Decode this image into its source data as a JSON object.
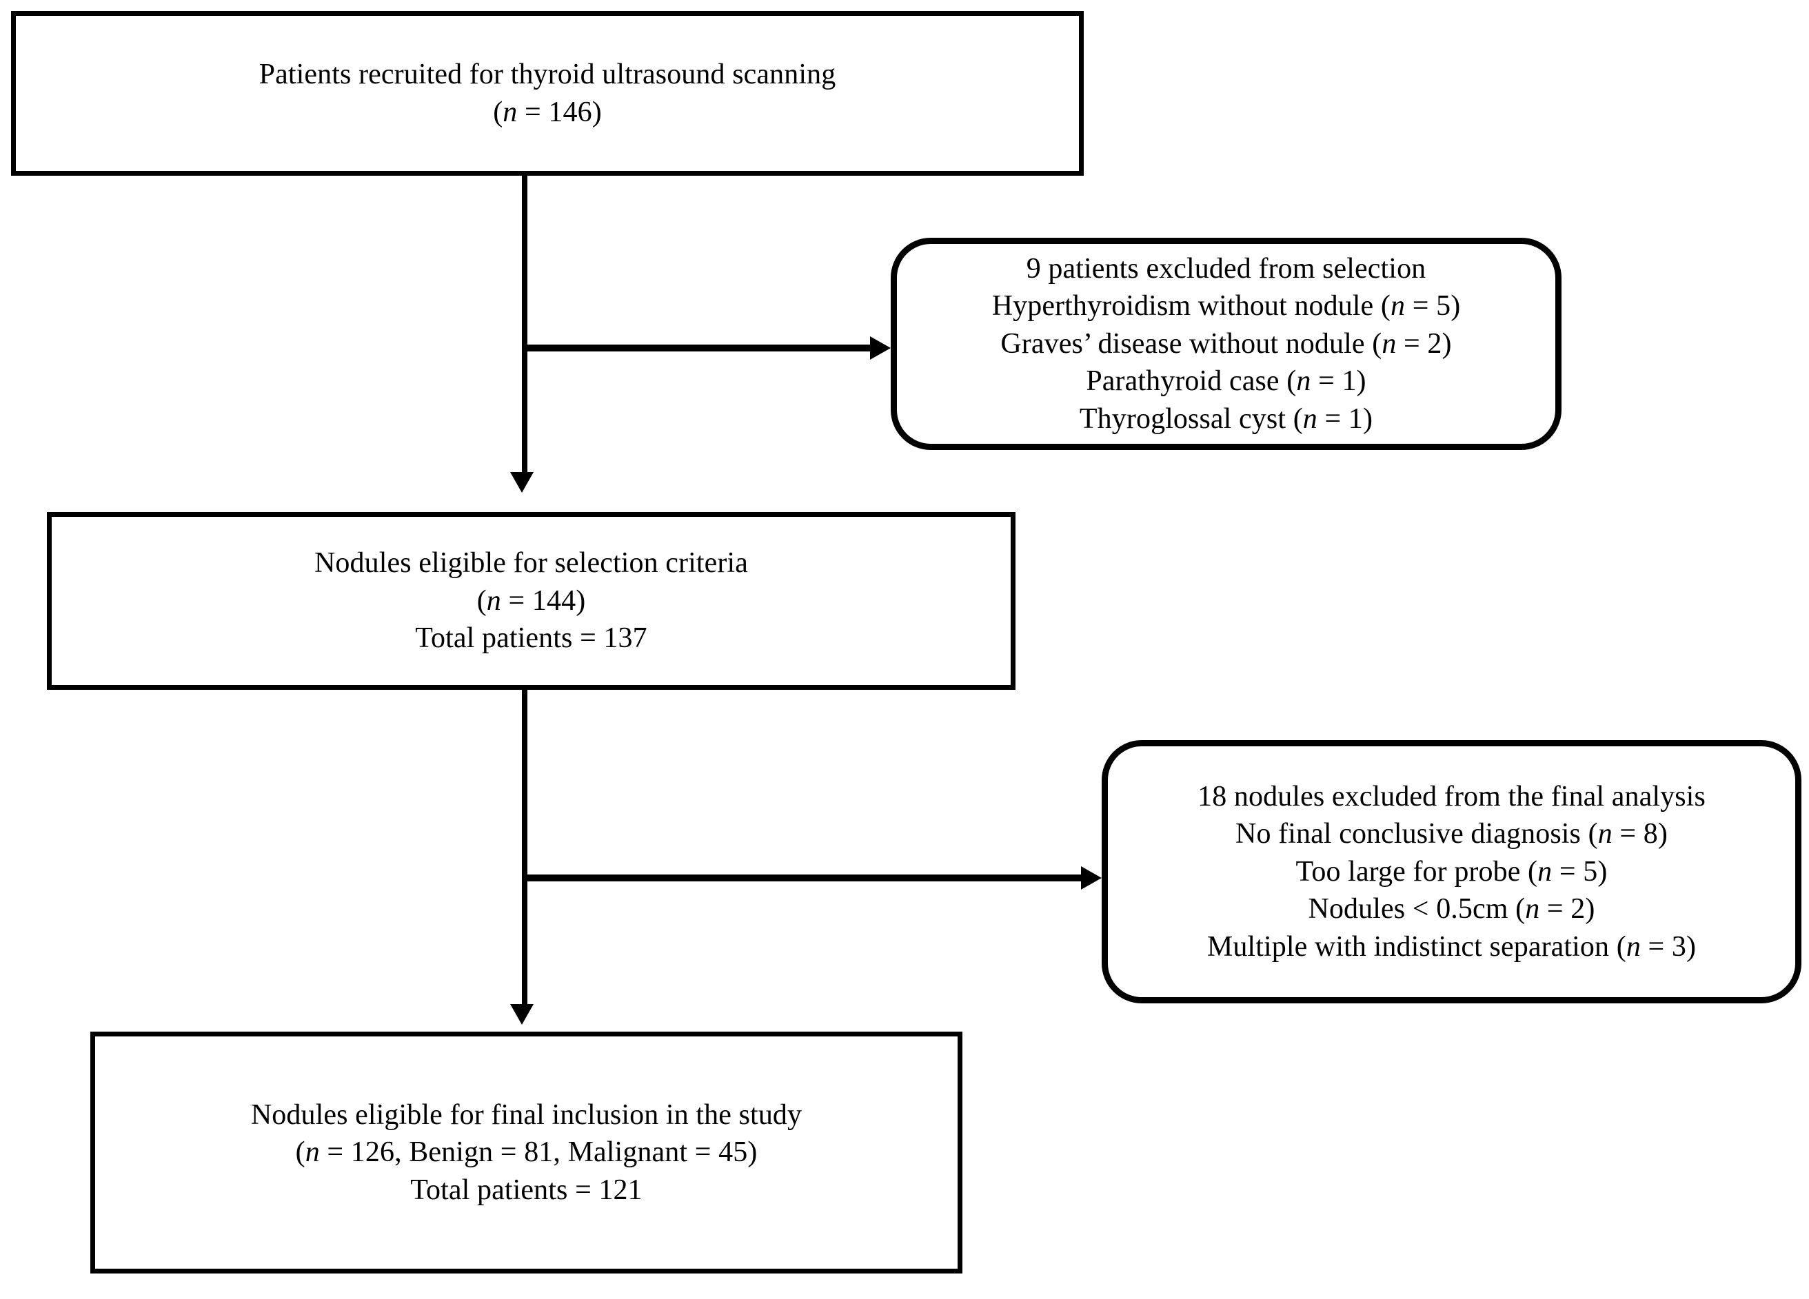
{
  "diagram": {
    "title": "Patient and nodule selection flow",
    "background_color": "#ffffff",
    "stroke_color": "#000000"
  },
  "nodes": {
    "recruited": {
      "shape": "rectangle",
      "lines": [
        "Patients recruited for thyroid ultrasound scanning",
        "(n = 146)"
      ],
      "line1": "Patients recruited for thyroid ultrasound scanning",
      "line2_prefix": "(",
      "line2_var": "n",
      "line2_suffix": " = 146)"
    },
    "excluded_selection": {
      "shape": "rounded-rectangle",
      "line1": "9 patients excluded from selection",
      "line2_text": "Hyperthyroidism without nodule (",
      "line2_var": "n",
      "line2_tail": " = 5)",
      "line3_text": "Graves’ disease without nodule  (",
      "line3_var": "n",
      "line3_tail": " = 2)",
      "line4_text": "Parathyroid case (",
      "line4_var": "n",
      "line4_tail": " = 1)",
      "line5_text": "Thyroglossal cyst (",
      "line5_var": "n",
      "line5_tail": " = 1)"
    },
    "eligible_criteria": {
      "shape": "rectangle",
      "line1": "Nodules eligible for selection criteria",
      "line2_prefix": "(",
      "line2_var": "n",
      "line2_suffix": " = 144)",
      "line3": "Total patients = 137"
    },
    "excluded_analysis": {
      "shape": "rounded-rectangle",
      "line1": "18 nodules excluded from the final analysis",
      "line2_text": "No final conclusive diagnosis (",
      "line2_var": "n",
      "line2_tail": " = 8)",
      "line3_text": "Too large for probe (",
      "line3_var": "n",
      "line3_tail": " = 5)",
      "line4_text": "Nodules < 0.5cm (",
      "line4_var": "n",
      "line4_tail": " = 2)",
      "line5_text": "Multiple with indistinct separation (",
      "line5_var": "n",
      "line5_tail": " = 3)"
    },
    "final_inclusion": {
      "shape": "rectangle",
      "line1": "Nodules eligible for final inclusion in the study",
      "line2_prefix": "(",
      "line2_var": "n",
      "line2_suffix": " = 126,  Benign = 81, Malignant = 45)",
      "line3": "Total patients = 121"
    }
  },
  "counts": {
    "recruited_patients": 146,
    "excluded_patients": 9,
    "hyperthyroidism_without_nodule": 5,
    "graves_disease_without_nodule": 2,
    "parathyroid_case": 1,
    "thyroglossal_cyst": 1,
    "eligible_nodules": 144,
    "eligible_total_patients": 137,
    "excluded_nodules": 18,
    "no_final_conclusive_diagnosis": 8,
    "too_large_for_probe": 5,
    "nodules_under_half_cm": 2,
    "multiple_indistinct_separation": 3,
    "final_nodules": 126,
    "final_benign": 81,
    "final_malignant": 45,
    "final_total_patients": 121
  },
  "connectors": {
    "recruited_to_eligible": "vertical-arrow-down",
    "recruited_to_excluded_selection": "horizontal-arrow-right",
    "eligible_to_final": "vertical-arrow-down",
    "eligible_to_excluded_analysis": "horizontal-arrow-right"
  }
}
